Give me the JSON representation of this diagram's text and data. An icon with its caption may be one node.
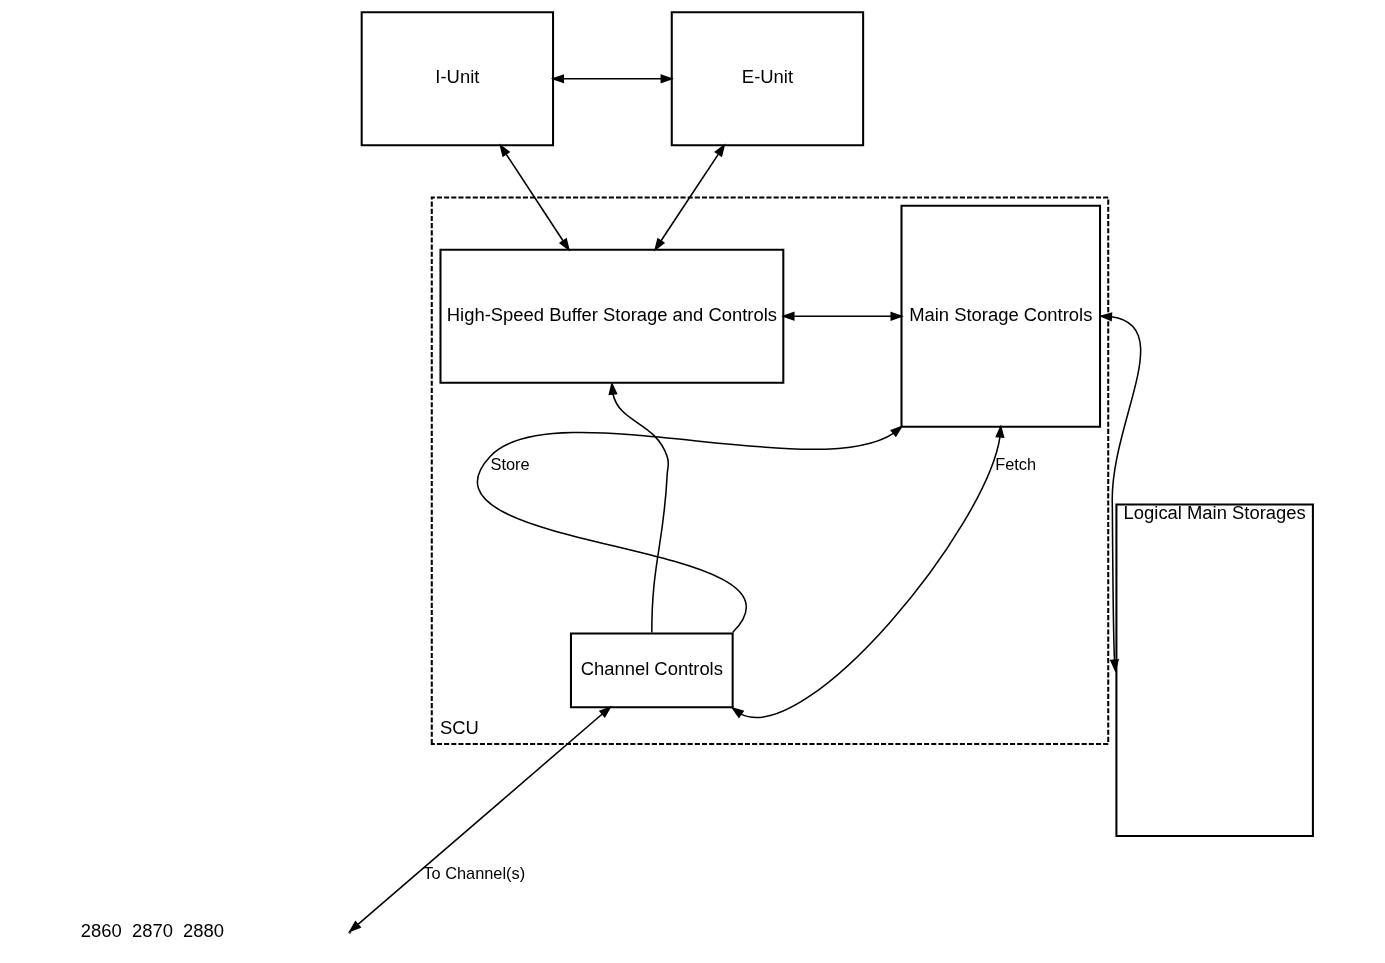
{
  "diagram": {
    "nodes": [
      {
        "text": [
          "I-Unit"
        ]
      },
      {
        "text": [
          "E-Unit"
        ]
      },
      {
        "text": [
          "SCU"
        ]
      },
      {
        "text": [
          "High-Speed Buffer Storage and Controls"
        ],
        "in": 2
      },
      {
        "text": [
          "Main Storage Controls"
        ],
        "in": 2
      },
      {
        "text": [
          "Channel Controls"
        ],
        "in": 2
      },
      {
        "text": [
          "Logical Main Storages"
        ]
      }
    ],
    "edges": [
      {
        "from": 0,
        "to": 1,
        "arrow": "both"
      },
      {
        "from": 0,
        "to": 3,
        "arrow": "both"
      },
      {
        "from": 1,
        "to": 3,
        "arrow": "both"
      },
      {
        "from": 3,
        "to": 4,
        "arrow": "both"
      },
      {
        "from": 4,
        "to": 6,
        "arrow": "both"
      },
      {
        "from": 5,
        "to": 4,
        "arrow": "to",
        "label": "Store"
      },
      {
        "from": 5,
        "to": 3,
        "arrow": "to"
      },
      {
        "from": 5,
        "to": 4,
        "arrow": "both",
        "label": "Fetch"
      },
      {
        "from": null,
        "to": 5,
        "arrow": "both",
        "label": "To Channel(s)"
      }
    ],
    "labels": [
      "2860",
      "2870",
      "2880"
    ]
  }
}
